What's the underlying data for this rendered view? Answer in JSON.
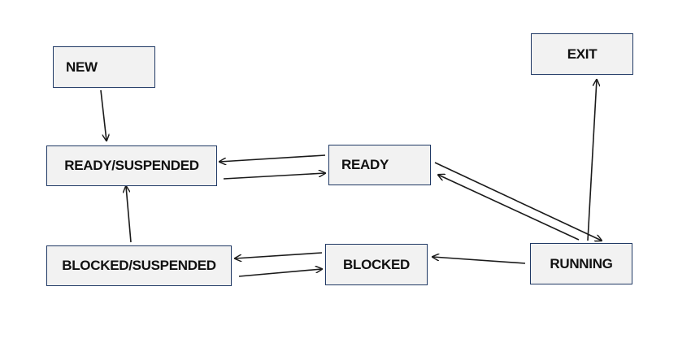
{
  "diagram": {
    "states": {
      "new": "NEW",
      "exit": "EXIT",
      "ready_suspended": "READY/SUSPENDED",
      "ready": "READY",
      "blocked_suspended": "BLOCKED/SUSPENDED",
      "blocked": "BLOCKED",
      "running": "RUNNING"
    },
    "transitions": [
      {
        "from": "new",
        "to": "ready_suspended"
      },
      {
        "from": "ready",
        "to": "ready_suspended"
      },
      {
        "from": "ready_suspended",
        "to": "ready"
      },
      {
        "from": "ready",
        "to": "running"
      },
      {
        "from": "running",
        "to": "ready"
      },
      {
        "from": "running",
        "to": "exit"
      },
      {
        "from": "running",
        "to": "blocked"
      },
      {
        "from": "blocked",
        "to": "blocked_suspended"
      },
      {
        "from": "blocked_suspended",
        "to": "blocked"
      },
      {
        "from": "blocked_suspended",
        "to": "ready_suspended"
      }
    ],
    "colors": {
      "box_fill": "#f2f2f2",
      "box_border": "#1f3864",
      "arrow": "#1a1a1a",
      "text": "#111111"
    }
  }
}
